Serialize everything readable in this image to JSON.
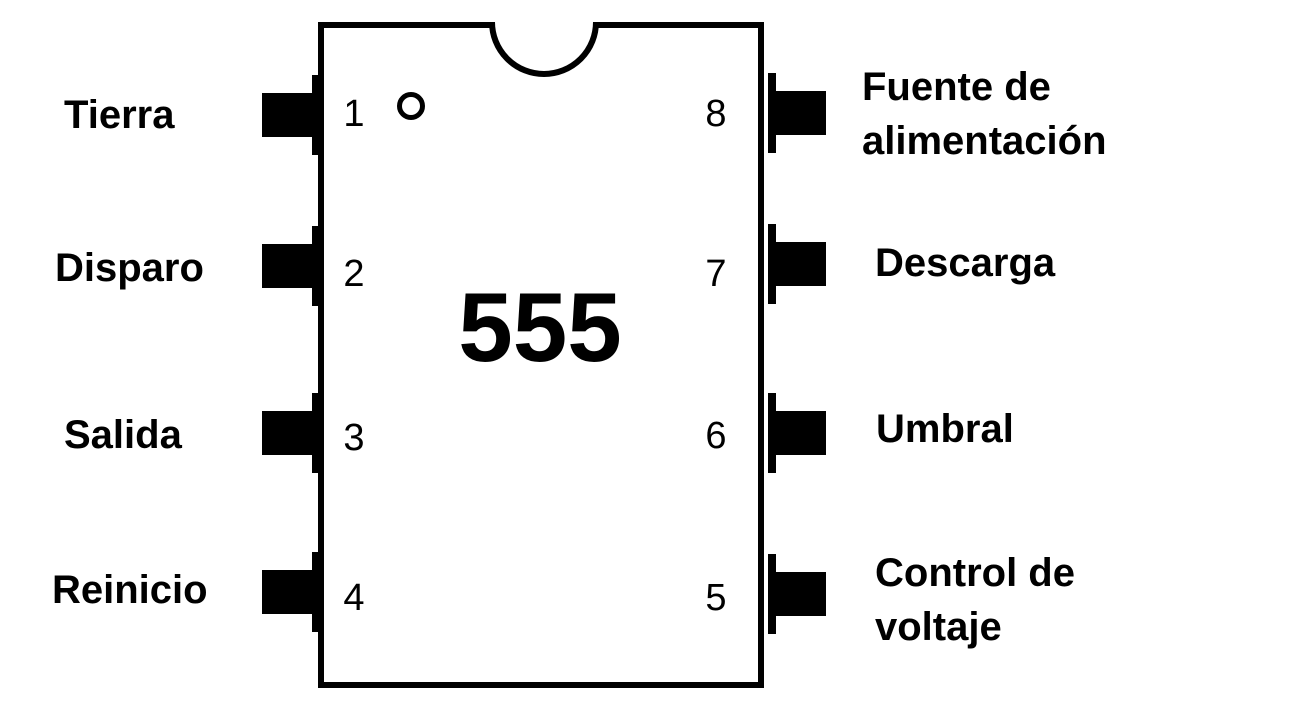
{
  "chip": {
    "label": "555"
  },
  "pins": [
    {
      "number": "1",
      "label": "Tierra",
      "side": "left"
    },
    {
      "number": "2",
      "label": "Disparo",
      "side": "left"
    },
    {
      "number": "3",
      "label": "Salida",
      "side": "left"
    },
    {
      "number": "4",
      "label": "Reinicio",
      "side": "left"
    },
    {
      "number": "8",
      "label": "Fuente de alimentación",
      "side": "right"
    },
    {
      "number": "7",
      "label": "Descarga",
      "side": "right"
    },
    {
      "number": "6",
      "label": "Umbral",
      "side": "right"
    },
    {
      "number": "5",
      "label": "Control de voltaje",
      "side": "right"
    }
  ],
  "colors": {
    "line": "#000000",
    "background": "#ffffff"
  }
}
